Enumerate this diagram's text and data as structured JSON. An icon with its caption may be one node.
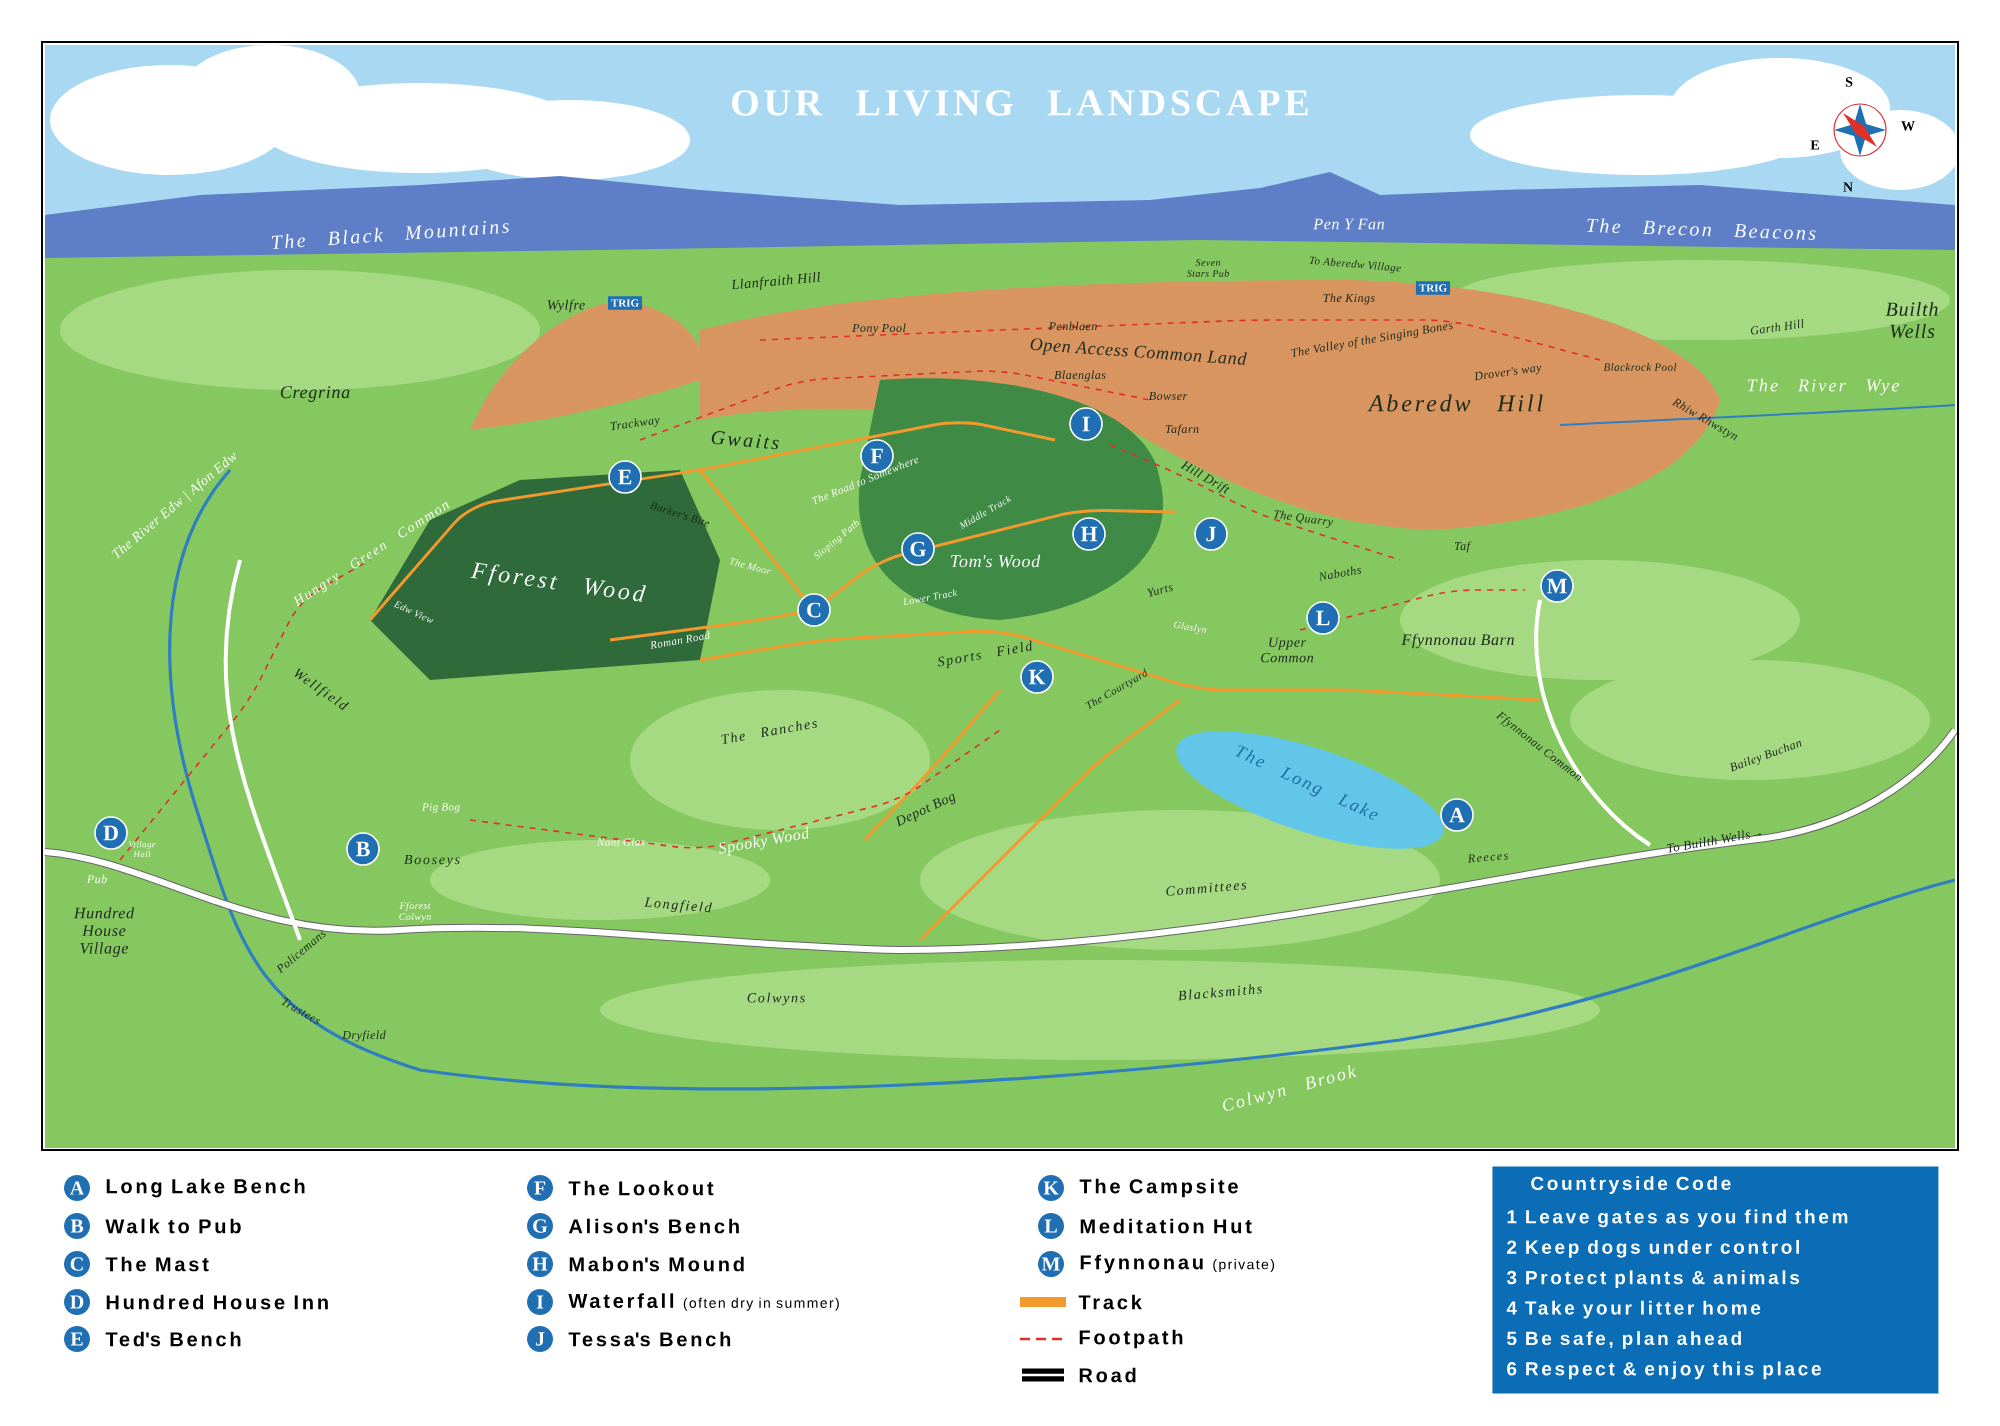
{
  "diagram": {
    "title": "OUR LIVING LANDSCAPE",
    "nodes": [
      {
        "text": [
          "A"
        ]
      },
      {
        "text": [
          "B"
        ]
      },
      {
        "text": [
          "C"
        ]
      },
      {
        "text": [
          "D"
        ]
      },
      {
        "text": [
          "E"
        ]
      },
      {
        "text": [
          "F"
        ]
      },
      {
        "text": [
          "G"
        ]
      },
      {
        "text": [
          "H"
        ]
      },
      {
        "text": [
          "I"
        ]
      },
      {
        "text": [
          "J"
        ]
      },
      {
        "text": [
          "K"
        ]
      },
      {
        "text": [
          "L"
        ]
      },
      {
        "text": [
          "M"
        ]
      },
      {
        "text": [
          "A"
        ],
        "beside": [
          "Long Lake Bench"
        ]
      },
      {
        "text": [
          "B"
        ],
        "beside": [
          "Walk to Pub"
        ]
      },
      {
        "text": [
          "C"
        ],
        "beside": [
          "The Mast"
        ]
      },
      {
        "text": [
          "D"
        ],
        "beside": [
          "Hundred House Inn"
        ]
      },
      {
        "text": [
          "E"
        ],
        "beside": [
          "Ted's Bench"
        ]
      },
      {
        "text": [
          "F"
        ],
        "beside": [
          "The Lookout"
        ]
      },
      {
        "text": [
          "G"
        ],
        "beside": [
          "Alison's Bench"
        ]
      },
      {
        "text": [
          "H"
        ],
        "beside": [
          "Mabon's Mound"
        ]
      },
      {
        "text": [
          "I"
        ],
        "beside": [
          "Waterfall",
          "(often dry in summer)"
        ]
      },
      {
        "text": [
          "J"
        ],
        "beside": [
          "Tessa's Bench"
        ]
      },
      {
        "text": [
          "K"
        ],
        "beside": [
          "The Campsite"
        ]
      },
      {
        "text": [
          "L"
        ],
        "beside": [
          "Meditation Hut"
        ]
      },
      {
        "text": [
          "M"
        ],
        "beside": [
          "Ffynnonau",
          "(private)"
        ]
      },
      {
        "text": [
          "TRIG"
        ]
      },
      {
        "text": [
          "TRIG"
        ]
      },
      {
        "text": [
          "Countryside Code",
          "1 Leave gates as you find them",
          "2 Keep dogs under control",
          "3 Protect plants & animals",
          "4 Take your litter home",
          "5 Be safe, plan ahead",
          "6 Respect & enjoy this place"
        ]
      }
    ],
    "labels": [
      "S",
      "W",
      "E",
      "N",
      "The Black Mountains",
      "Pen Y Fan",
      "The Brecon Beacons",
      "Seven Stars Pub",
      "To Aberedw Village",
      "Llanfraith Hill",
      "The Kings",
      "Wylfre",
      "Pony Pool",
      "Penblaen",
      "Garth Hill",
      "Builth Wells",
      "Open Access Common Land",
      "The Valley of the Singing Bones",
      "Blaenglas",
      "Drover's way",
      "Blackrock Pool",
      "Cregrina",
      "Bowser",
      "Aberedw Hill",
      "The River Wye",
      "Trackway",
      "Gwaits",
      "Tafarn",
      "Rhiw Rhwstyn",
      "The Road to Somewhere",
      "Hill Drift",
      "The River Edw | Afon Edw",
      "Barker's Bite",
      "Middle Track",
      "The Quarry",
      "Sloping Path",
      "Taf",
      "Hungry Green Common",
      "The Moor",
      "Tom's Wood",
      "Naboths",
      "Fforest Wood",
      "Lower Track",
      "Yurts",
      "Edw View",
      "Glaslyn",
      "Roman Road",
      "Sports Field",
      "Upper Common",
      "Ffynnonau Barn",
      "Wellfield",
      "The Courtyard",
      "The Ranches",
      "Ffynnonau Common",
      "Bailey Buchan",
      "The Long Lake",
      "Pig Bog",
      "Depot Bog",
      "Village Hall",
      "Nant Glas",
      "Spooky Wood",
      "To Builth Wells→",
      "Booseys",
      "Reeces",
      "Pub",
      "Committees",
      "Fforest Colwyn",
      "Longfield",
      "Hundred House Village",
      "Policemans",
      "Colwyns",
      "Blacksmiths",
      "Trustees",
      "Dryfield",
      "Colwyn Brook"
    ],
    "legend": [
      {
        "text": "Track",
        "color": "#f39a2e"
      },
      {
        "text": "Footpath"
      },
      {
        "text": "Road"
      }
    ]
  }
}
